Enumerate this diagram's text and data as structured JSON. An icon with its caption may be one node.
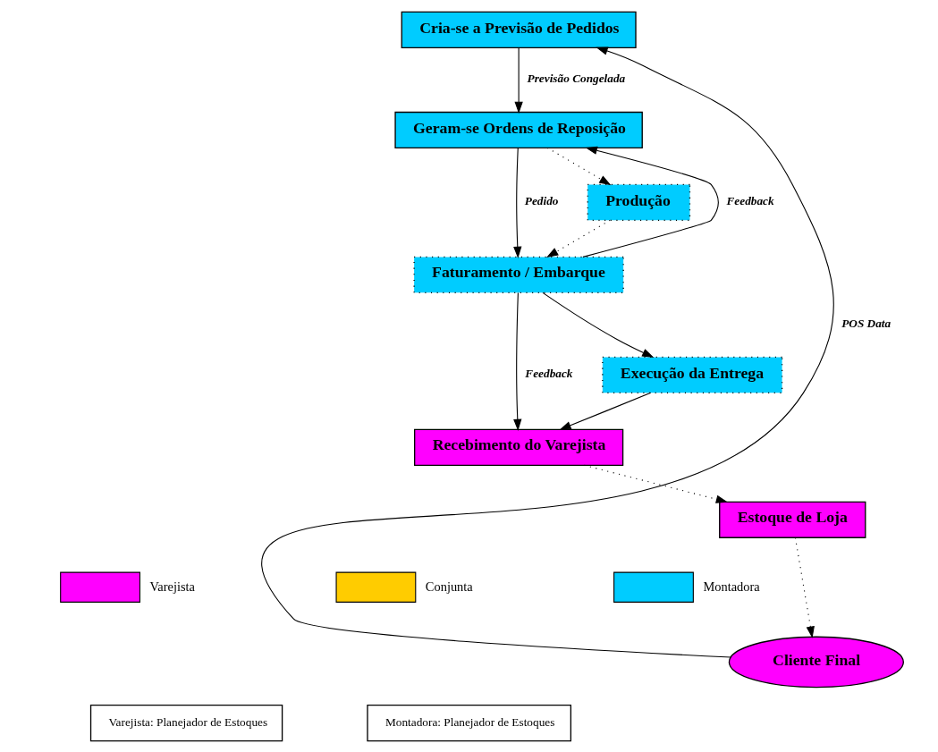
{
  "diagram": {
    "nodes": [
      {
        "text": [
          "Cria-se a Previsão de Pedidos"
        ]
      },
      {
        "text": [
          "Geram-se Ordens de Reposição"
        ]
      },
      {
        "text": [
          "Produção"
        ]
      },
      {
        "text": [
          "Faturamento / Embarque"
        ]
      },
      {
        "text": [
          "Execução da Entrega"
        ]
      },
      {
        "text": [
          "Recebimento do Varejista"
        ]
      },
      {
        "text": [
          "Estoque de Loja"
        ]
      },
      {
        "text": [
          "Cliente Final"
        ]
      },
      {
        "text": [
          "Varejista: Planejador de Estoques"
        ]
      },
      {
        "text": [
          "Montadora: Planejador de Estoques"
        ]
      }
    ],
    "edges": [
      {
        "from": 7,
        "to": 0,
        "arrow": "to",
        "label": "POS Data"
      },
      {
        "from": 0,
        "to": 1,
        "arrow": "to",
        "label": "Previsão Congelada"
      },
      {
        "from": 1,
        "to": 2,
        "arrow": "to",
        "style": "dashed"
      },
      {
        "from": 2,
        "to": 3,
        "arrow": "to",
        "style": "dashed"
      },
      {
        "from": 1,
        "to": 3,
        "arrow": "to",
        "label": "Pedido"
      },
      {
        "from": 3,
        "to": 1,
        "arrow": "to",
        "label": "Feedback"
      },
      {
        "from": 3,
        "to": 4,
        "arrow": "to"
      },
      {
        "from": 4,
        "to": 5,
        "arrow": "to"
      },
      {
        "from": 3,
        "to": 5,
        "arrow": "to",
        "label": "Feedback"
      },
      {
        "from": 5,
        "to": 6,
        "arrow": "to",
        "style": "dashed"
      },
      {
        "from": 6,
        "to": 7,
        "arrow": "to",
        "style": "dashed"
      }
    ],
    "legend": [
      {
        "text": "Varejista",
        "color": "#ff00ff"
      },
      {
        "text": "Conjunta",
        "color": "#ffcc00"
      },
      {
        "text": "Montadora",
        "color": "#00ccff"
      }
    ]
  }
}
